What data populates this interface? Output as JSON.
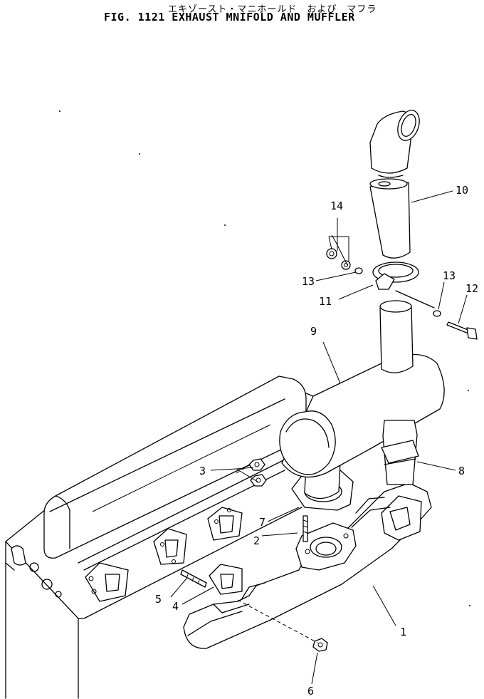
{
  "header": {
    "title_japanese": "エキゾースト・マニホールド　および　マフラ",
    "title_english": "FIG. 1121  EXHAUST MNIFOLD AND MUFFLER"
  },
  "callouts": [
    {
      "number": "1",
      "part": "exhaust-manifold"
    },
    {
      "number": "2",
      "part": "stud"
    },
    {
      "number": "3",
      "part": "nut"
    },
    {
      "number": "4",
      "part": "gasket"
    },
    {
      "number": "5",
      "part": "stud"
    },
    {
      "number": "6",
      "part": "nut"
    },
    {
      "number": "7",
      "part": "gasket"
    },
    {
      "number": "8",
      "part": "gasket"
    },
    {
      "number": "9",
      "part": "muffler"
    },
    {
      "number": "10",
      "part": "exhaust-pipe"
    },
    {
      "number": "11",
      "part": "clamp"
    },
    {
      "number": "12",
      "part": "bolt"
    },
    {
      "number": "13",
      "part": "washer"
    },
    {
      "number": "13",
      "part": "washer"
    },
    {
      "number": "14",
      "part": "nut"
    }
  ]
}
